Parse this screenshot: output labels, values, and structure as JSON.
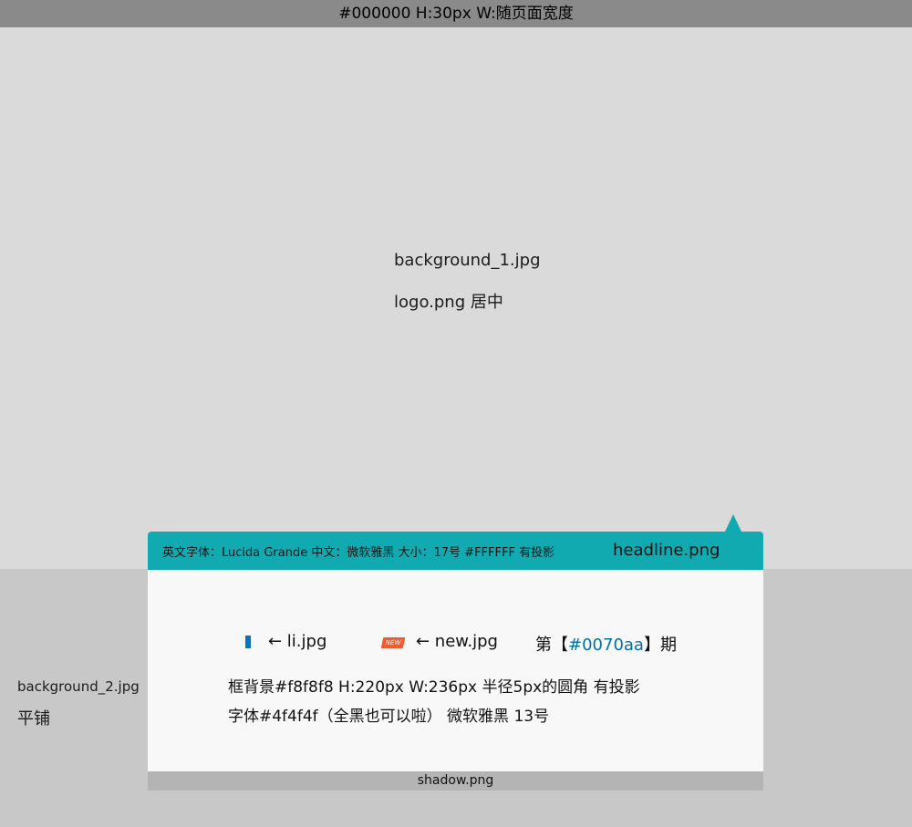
{
  "topbar": {
    "text": "#000000 H:30px W:随页面宽度"
  },
  "upper_background": {
    "background_label": "background_1.jpg",
    "logo_label": "logo.png 居中"
  },
  "lower_background": {
    "background_label": "background_2.jpg",
    "tile_label": "平铺"
  },
  "card": {
    "headline": {
      "description": "英文字体：Lucida Grande 中文：微软雅黑 大小：17号 #FFFFFF 有投影",
      "image_label": "headline.png"
    },
    "markers": {
      "li_label": "← li.jpg",
      "new_badge_text": "NEW",
      "new_label": "← new.jpg"
    },
    "issue": {
      "prefix": "第【",
      "color_code": "#0070aa",
      "suffix": "】期"
    },
    "spec_line": "框背景#f8f8f8  H:220px  W:236px 半径5px的圆角   有投影",
    "font_line": "字体#4f4f4f（全黑也可以啦） 微软雅黑 13号",
    "shadow_label": "shadow.png"
  },
  "colors": {
    "topbar_background": "#8a8a8a",
    "upper_background": "#dadada",
    "lower_background": "#c8c8c8",
    "headline_background": "#10aab0",
    "panel_background": "#f8f8f8",
    "issue_accent": "#0070aa",
    "li_marker": "#0e74ba",
    "new_badge": "#f05b2f",
    "shadow_strip": "#b4b4b4"
  }
}
